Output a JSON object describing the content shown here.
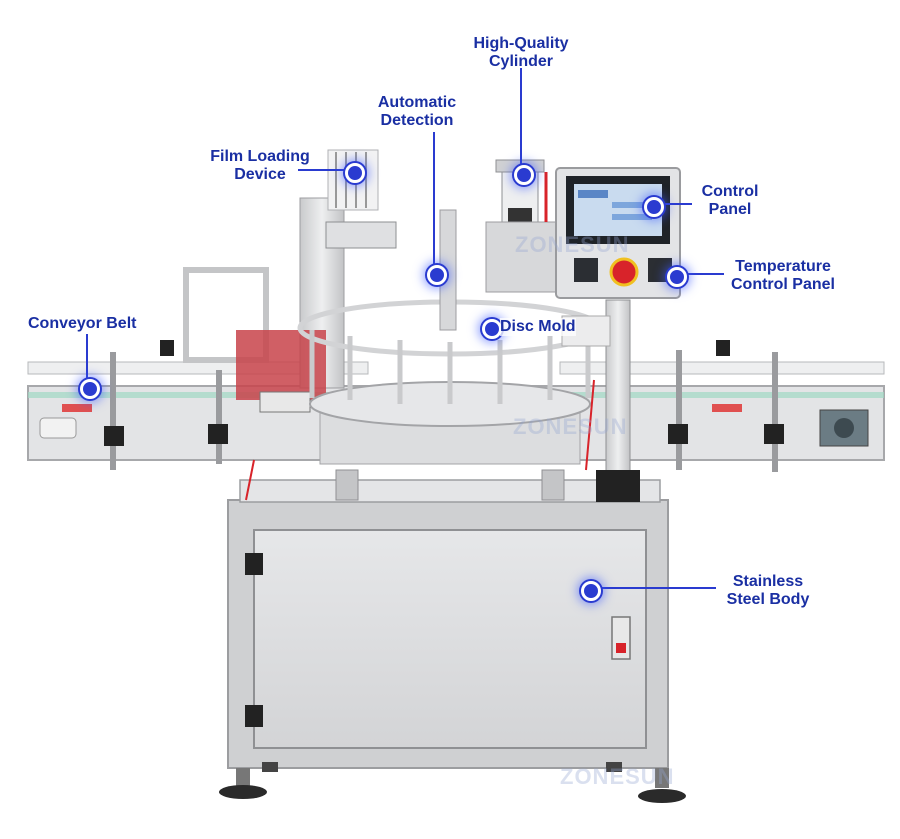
{
  "labels": {
    "cylinder": "High-Quality\nCylinder",
    "detection": "Automatic\nDetection",
    "film": "Film Loading\nDevice",
    "control": "Control\nPanel",
    "temperature": "Temperature\nControl Panel",
    "conveyor": "Conveyor Belt",
    "disc": "Disc Mold",
    "body": "Stainless\nSteel Body"
  },
  "watermark": "ZONESUN",
  "colors": {
    "label_text": "#1a2fa3",
    "callout_line": "#2a3bd0",
    "steel": "#d9dadc",
    "conveyor_guard": "#e3e4e6",
    "emergency_stop": "#d8232a",
    "hmi_screen": "#c9dbef"
  }
}
